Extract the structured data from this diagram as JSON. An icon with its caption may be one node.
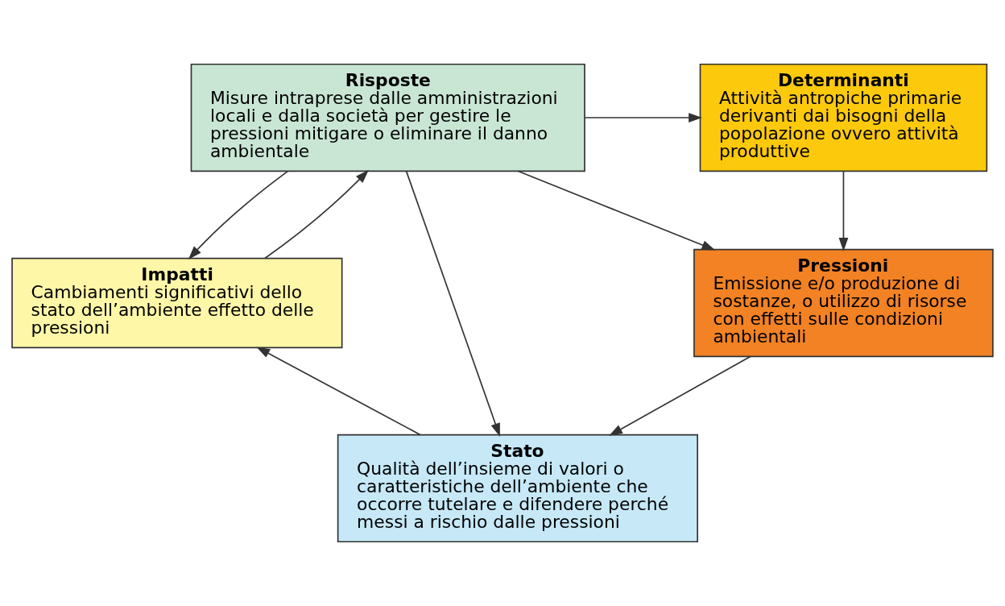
{
  "diagram": {
    "nodes": [
      {
        "text": [
          "Determinanti",
          "Attività antropiche primarie derivanti dai bisogni della popolazione ovvero attività produttive"
        ]
      },
      {
        "text": [
          "Risposte",
          "Misure intraprese dalle amministrazioni locali e dalla società per gestire le pressioni mitigare o eliminare il danno ambientale"
        ]
      },
      {
        "text": [
          "Pressioni",
          "Emissione e/o produzione di sostanze, o utilizzo di risorse con effetti sulle condizioni ambientali"
        ]
      },
      {
        "text": [
          "Impatti",
          "Cambiamenti significativi dello stato dell’ambiente effetto delle pressioni"
        ]
      },
      {
        "text": [
          "Stato",
          "Qualità dell’insieme di valori o caratteristiche dell’ambiente che occorre tutelare e difendere perché messi a rischio dalle pressioni"
        ]
      }
    ],
    "edges": [
      {
        "from": 1,
        "to": 0,
        "arrow": "to"
      },
      {
        "from": 0,
        "to": 2,
        "arrow": "to"
      },
      {
        "from": 1,
        "to": 2,
        "arrow": "to"
      },
      {
        "from": 1,
        "to": 4,
        "arrow": "to"
      },
      {
        "from": 1,
        "to": 3,
        "arrow": "to"
      },
      {
        "from": 3,
        "to": 1,
        "arrow": "to"
      },
      {
        "from": 2,
        "to": 4,
        "arrow": "to"
      },
      {
        "from": 4,
        "to": 3,
        "arrow": "to"
      }
    ]
  }
}
